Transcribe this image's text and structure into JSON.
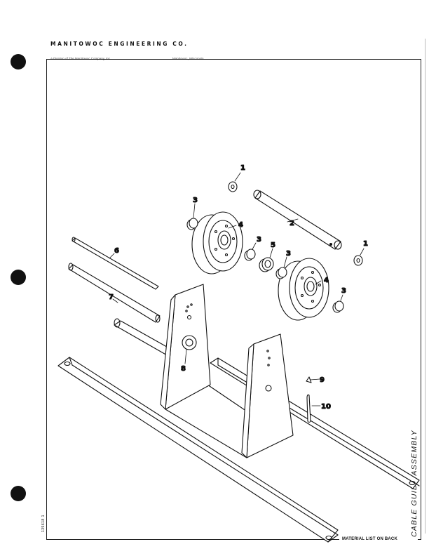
{
  "header": {
    "company": "MANITOWOC ENGINEERING CO.",
    "division": "A Division of The Manitowoc Company, Inc.",
    "location": "Manitowoc, Wisconsin"
  },
  "side_title": "CABLE GUIDE ASSEMBLY",
  "footer_note": "MATERIAL LIST ON BACK",
  "document_number": "135618 1",
  "callouts": [
    "1",
    "2",
    "3",
    "4",
    "5",
    "6",
    "7",
    "8",
    "9",
    "10"
  ],
  "colors": {
    "ink": "#111111",
    "paper": "#ffffff"
  }
}
